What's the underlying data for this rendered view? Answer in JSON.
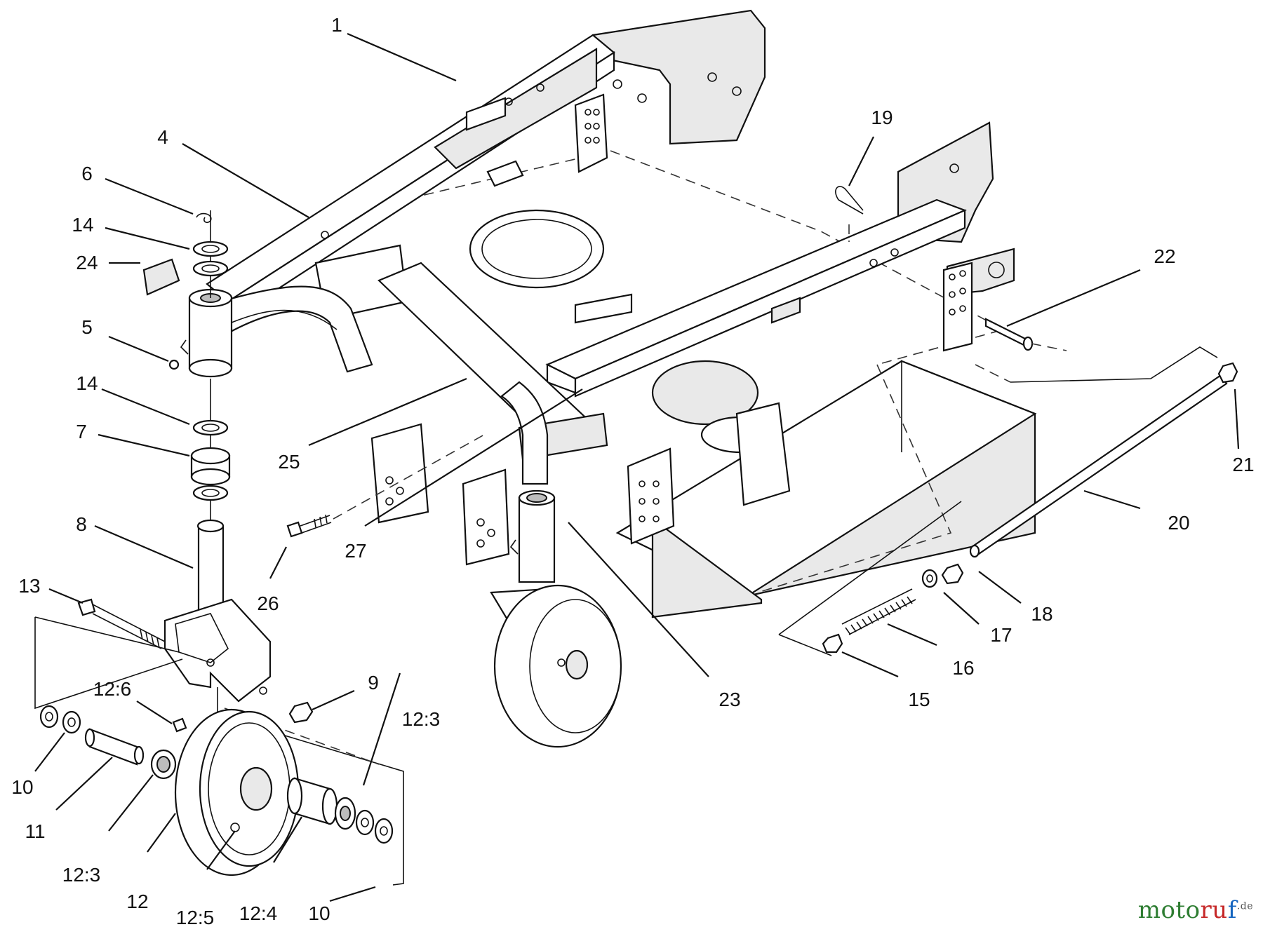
{
  "diagram": {
    "callouts": [
      {
        "id": "c1",
        "label": "1"
      },
      {
        "id": "c4",
        "label": "4"
      },
      {
        "id": "c6",
        "label": "6"
      },
      {
        "id": "c14a",
        "label": "14"
      },
      {
        "id": "c24",
        "label": "24"
      },
      {
        "id": "c5",
        "label": "5"
      },
      {
        "id": "c14b",
        "label": "14"
      },
      {
        "id": "c7",
        "label": "7"
      },
      {
        "id": "c8",
        "label": "8"
      },
      {
        "id": "c13",
        "label": "13"
      },
      {
        "id": "c9",
        "label": "9"
      },
      {
        "id": "c126",
        "label": "12:6"
      },
      {
        "id": "c123a",
        "label": "12:3"
      },
      {
        "id": "c10a",
        "label": "10"
      },
      {
        "id": "c11",
        "label": "11"
      },
      {
        "id": "c123b",
        "label": "12:3"
      },
      {
        "id": "c12",
        "label": "12"
      },
      {
        "id": "c125",
        "label": "12:5"
      },
      {
        "id": "c124",
        "label": "12:4"
      },
      {
        "id": "c10b",
        "label": "10"
      },
      {
        "id": "c25",
        "label": "25"
      },
      {
        "id": "c26",
        "label": "26"
      },
      {
        "id": "c27",
        "label": "27"
      },
      {
        "id": "c19",
        "label": "19"
      },
      {
        "id": "c22",
        "label": "22"
      },
      {
        "id": "c21",
        "label": "21"
      },
      {
        "id": "c20",
        "label": "20"
      },
      {
        "id": "c18",
        "label": "18"
      },
      {
        "id": "c17",
        "label": "17"
      },
      {
        "id": "c16",
        "label": "16"
      },
      {
        "id": "c15",
        "label": "15"
      },
      {
        "id": "c23",
        "label": "23"
      }
    ]
  },
  "watermark": {
    "part1": "moto",
    "part2": "ru",
    "part3": "f",
    "suffix": ".de"
  }
}
